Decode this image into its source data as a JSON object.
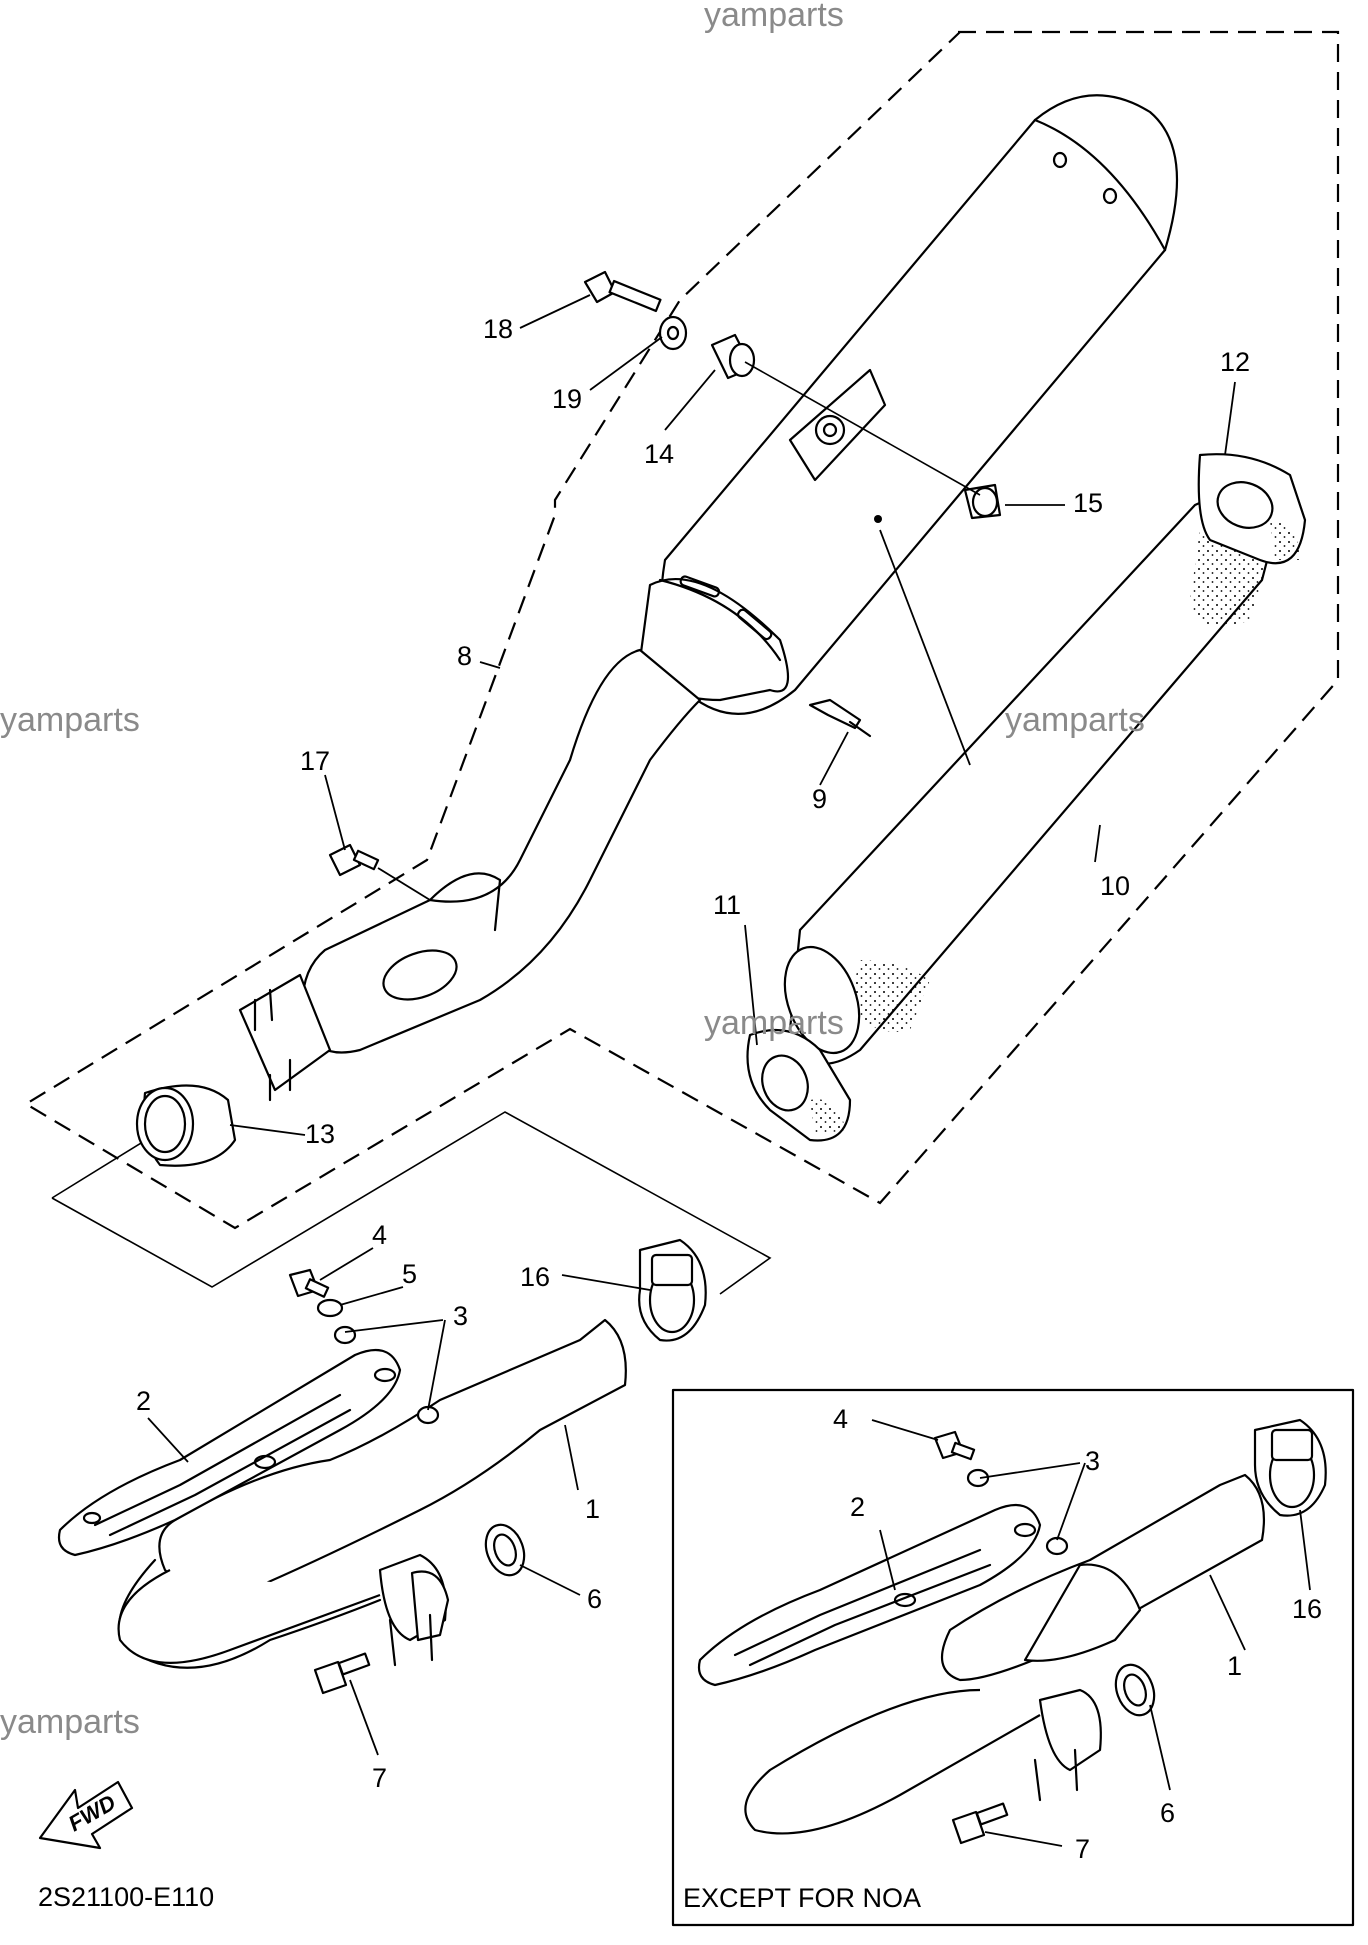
{
  "watermarks": [
    "yamparts",
    "yamparts",
    "yamparts",
    "yamparts",
    "yamparts"
  ],
  "callouts": {
    "main": [
      "18",
      "19",
      "14",
      "15",
      "12",
      "8",
      "17",
      "9",
      "10",
      "11",
      "13",
      "4",
      "5",
      "3",
      "16",
      "2",
      "1",
      "6",
      "7"
    ],
    "inset": [
      "4",
      "3",
      "2",
      "1",
      "16",
      "6",
      "7"
    ]
  },
  "inset_caption": "EXCEPT FOR NOA",
  "fwd_label": "FWD",
  "drawing_code": "2S21100-E110"
}
